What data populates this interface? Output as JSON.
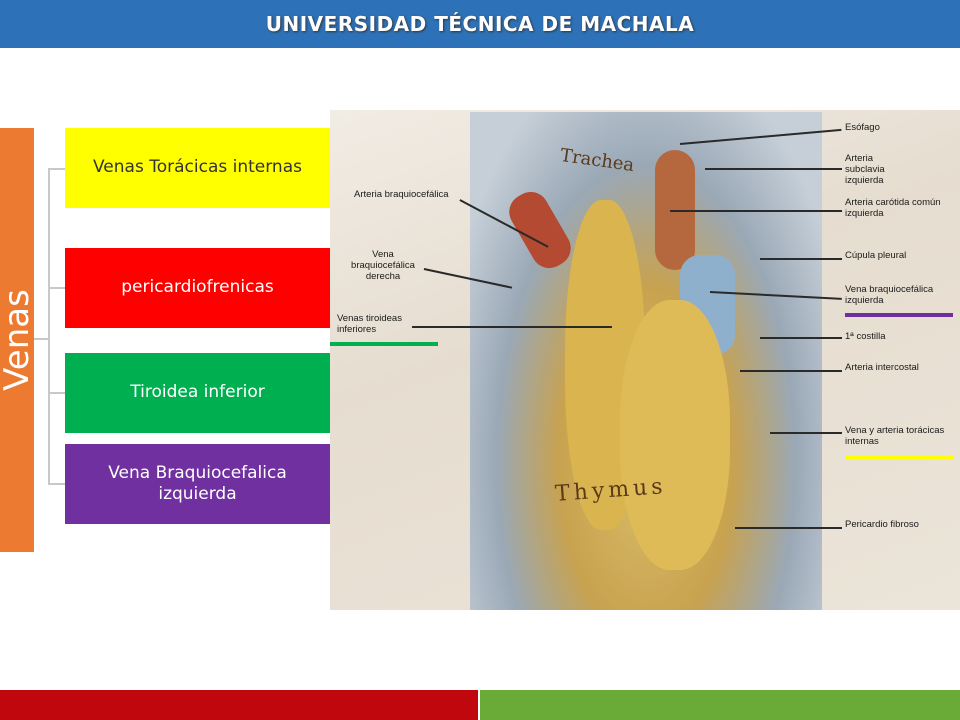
{
  "header": {
    "title": "UNIVERSIDAD TÉCNICA DE MACHALA"
  },
  "sidebar": {
    "label": "Venas"
  },
  "boxes": [
    {
      "label": "Venas Torácicas internas",
      "color": "#ffff00",
      "text_color": "#333333"
    },
    {
      "label": "pericardiofrenicas",
      "color": "#ff0000",
      "text_color": "#ffffff"
    },
    {
      "label": "Tiroidea inferior",
      "color": "#00b050",
      "text_color": "#ffffff"
    },
    {
      "label": "Vena Braquiocefalica izquierda",
      "color": "#7030a0",
      "text_color": "#ffffff"
    }
  ],
  "figure": {
    "inner_text": [
      "Trachea",
      "Thymus"
    ],
    "left_labels": [
      "Arteria braquiocefálica",
      "Vena braquiocefálica derecha",
      "Venas tiroideas inferiores"
    ],
    "right_labels": [
      "Esófago",
      "Arteria subclavia izquierda",
      "Arteria carótida común izquierda",
      "Cúpula pleural",
      "Vena braquiocefálica izquierda",
      "1ª costilla",
      "Arteria intercostal",
      "Vena y arteria torácicas internas",
      "Pericardio fibroso"
    ]
  },
  "colors": {
    "header": "#2d72b8",
    "sidebar": "#ec7a30",
    "footer_left": "#c0070e",
    "footer_right": "#6aaa37",
    "marker_purple": "#7030a0",
    "marker_yellow": "#ffff00",
    "marker_green": "#00b050"
  }
}
